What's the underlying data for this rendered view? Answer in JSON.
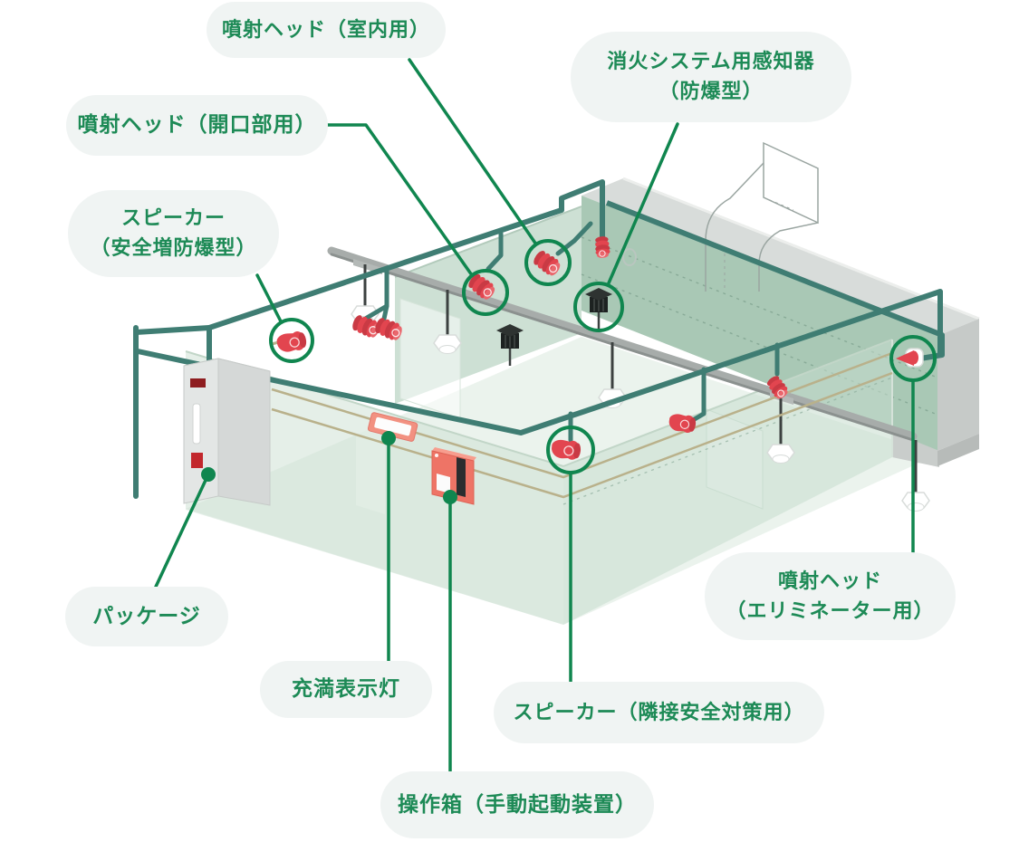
{
  "labels": {
    "nozzle_indoor": {
      "line1": "噴射ヘッド（室内用）"
    },
    "nozzle_opening": {
      "line1": "噴射ヘッド（開口部用）"
    },
    "detector": {
      "line1": "消火システム用感知器",
      "line2": "（防爆型）"
    },
    "speaker_exproof": {
      "line1": "スピーカー",
      "line2": "（安全増防爆型）"
    },
    "package": {
      "line1": "パッケージ"
    },
    "indicator_lamp": {
      "line1": "充満表示灯"
    },
    "speaker_adjacent": {
      "line1": "スピーカー（隣接安全対策用）"
    },
    "control_box": {
      "line1": "操作箱（手動起動装置）"
    },
    "nozzle_eliminator": {
      "line1": "噴射ヘッド",
      "line2": "（エリミネーター用）"
    }
  },
  "colors": {
    "accent_green": "#10864f",
    "label_text_green": "#1d8a56",
    "pill_background": "#f0f4f3",
    "pipe_teal": "#3f7d73",
    "device_red": "#e2454f",
    "device_salmon": "#f29181",
    "wall_green": "#cde2d3",
    "duct_box_green": "#a9c8b5",
    "rail_gray": "#a7acaa",
    "wire_tan": "#b9b18b",
    "detector_black": "#1d2221",
    "cabinet_gray": "#d5d8d7"
  }
}
